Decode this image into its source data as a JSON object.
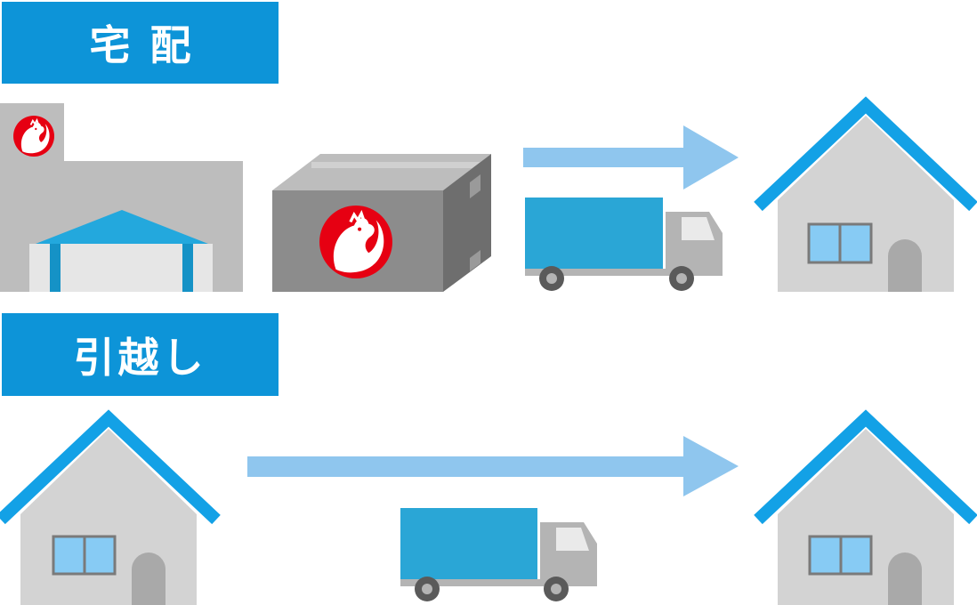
{
  "sections": {
    "delivery": {
      "label": "宅配"
    },
    "moving": {
      "label": "引越し"
    }
  },
  "colors": {
    "banner": "#0d94d8",
    "arrow": "#8fc6ee",
    "roof": "#13a1e6",
    "house_wall": "#d3d3d3",
    "window": "#87cbf4",
    "door": "#a9a9a9",
    "truck_cargo": "#2aa6d6",
    "truck_cab": "#b4b4b4",
    "wheel": "#5a5a5a",
    "box_front": "#8c8c8c",
    "box_top": "#bdbdbd",
    "box_side": "#6e6e6e",
    "logo_red": "#e60012",
    "warehouse": "#bdbdbd",
    "warehouse_roof": "#23a8dd"
  },
  "icons": {
    "warehouse": "warehouse-icon",
    "box": "cardboard-box-icon",
    "truck": "delivery-truck-icon",
    "house": "house-icon",
    "arrow": "right-arrow-icon",
    "logo": "rooster-logo"
  }
}
